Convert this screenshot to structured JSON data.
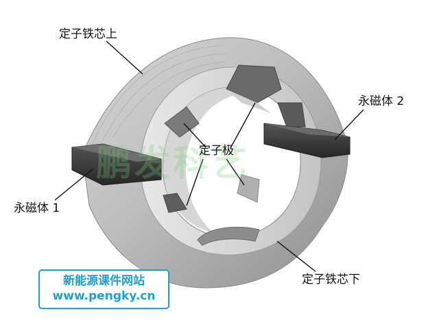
{
  "labels": {
    "stator_core_top": "定子铁芯上",
    "magnet_2": "永磁体 2",
    "stator_pole": "定子极",
    "magnet_1": "永磁体 1",
    "stator_core_bottom": "定子铁芯下"
  },
  "watermark": {
    "text": "鹏发科艺"
  },
  "site": {
    "name": "新能源课件网站",
    "url": "www.pengky.cn"
  },
  "colors": {
    "core_light": "#e4e4e4",
    "core_mid": "#b8b8b8",
    "core_dark": "#707070",
    "magnet": "#3a3a3a",
    "site_accent": "#1f9fd6",
    "watermark_green": "#78c878"
  }
}
